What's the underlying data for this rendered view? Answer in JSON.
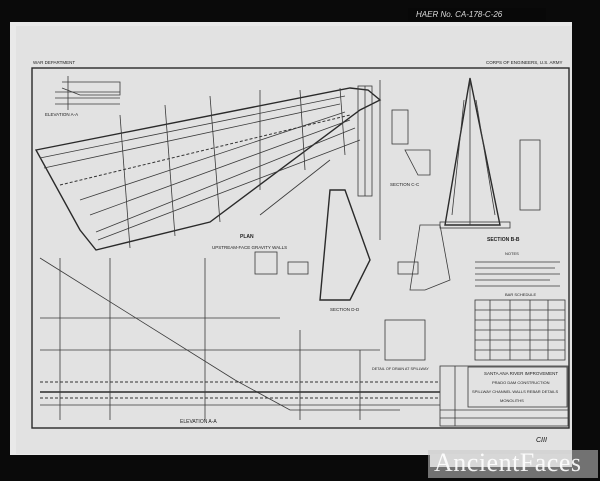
{
  "haer_number": "HAER No. CA-178-C-26",
  "header": {
    "left": "WAR DEPARTMENT",
    "right": "CORPS OF ENGINEERS, U.S. ARMY"
  },
  "views": {
    "elevation_top": "ELEVATION A-A",
    "plan_title": "PLAN",
    "plan_subtitle": "UPSTREAM-FACE GRAVITY WALLS",
    "section_bb": "SECTION B-B",
    "section_cc": "SECTION C-C",
    "section_dd": "SECTION D-D",
    "elevation_bottom": "ELEVATION A-A",
    "detail": "DETAIL OF DRAIN AT SPILLWAY"
  },
  "notes_heading": "NOTES",
  "schedule_heading": "BAR SCHEDULE",
  "title_block": {
    "line1": "SANTA ANA RIVER IMPROVEMENT",
    "line2": "PRADO DAM CONSTRUCTION",
    "line3": "SPILLWAY CHANNEL WALLS REBAR DETAILS",
    "line4": "MONOLITHS"
  },
  "watermark": "AncientFaces",
  "handwritten_mark": "CIII"
}
